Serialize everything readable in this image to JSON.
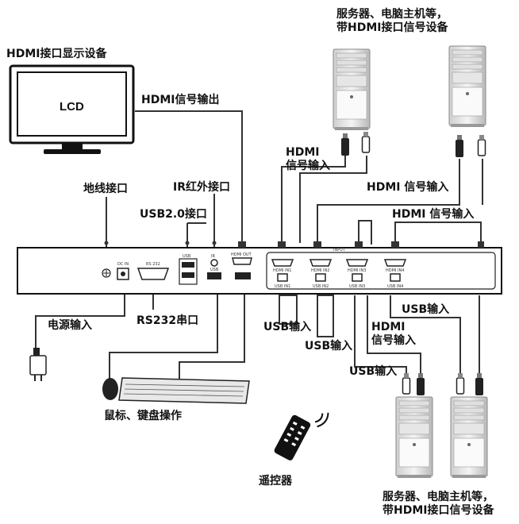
{
  "labels": {
    "hdmi_display": "HDMI接口显示设备",
    "lcd": "LCD",
    "hdmi_out": "HDMI信号输出",
    "ground": "地线接口",
    "ir": "IR红外接口",
    "usb20": "USB2.0接口",
    "server_top": "服务器、电脑主机等，\n带HDMI接口信号设备",
    "hdmi_in_1": "HDMI\n信号输入",
    "hdmi_in_2": "HDMI 信号输入",
    "hdmi_in_3": "HDMI 信号输入",
    "power_in": "电源输入",
    "rs232": "RS232串口",
    "usb_in_1": "USB输入",
    "usb_in_2": "USB输入",
    "usb_in_3": "USB输入",
    "usb_in_4": "USB输入",
    "hdmi_in_4": "HDMI\n信号输入",
    "mouse_kbd": "鼠标、键盘操作",
    "remote": "遥控器",
    "server_bottom": "服务器、电脑主机等，\n带HDMI接口信号设备"
  },
  "panel": {
    "dc_in": "DC IN",
    "rs232": "RS 232",
    "usb_top": "USB",
    "ir": "IR",
    "usb2": "USB",
    "hdmi_out": "HDMI OUT",
    "input": "INPUT",
    "hdmi_in": [
      "HDMI IN1",
      "HDMI IN2",
      "HDMI IN3",
      "HDMI IN4"
    ],
    "usb_in": [
      "USB IN1",
      "USB IN2",
      "USB IN3",
      "USB IN4"
    ]
  }
}
